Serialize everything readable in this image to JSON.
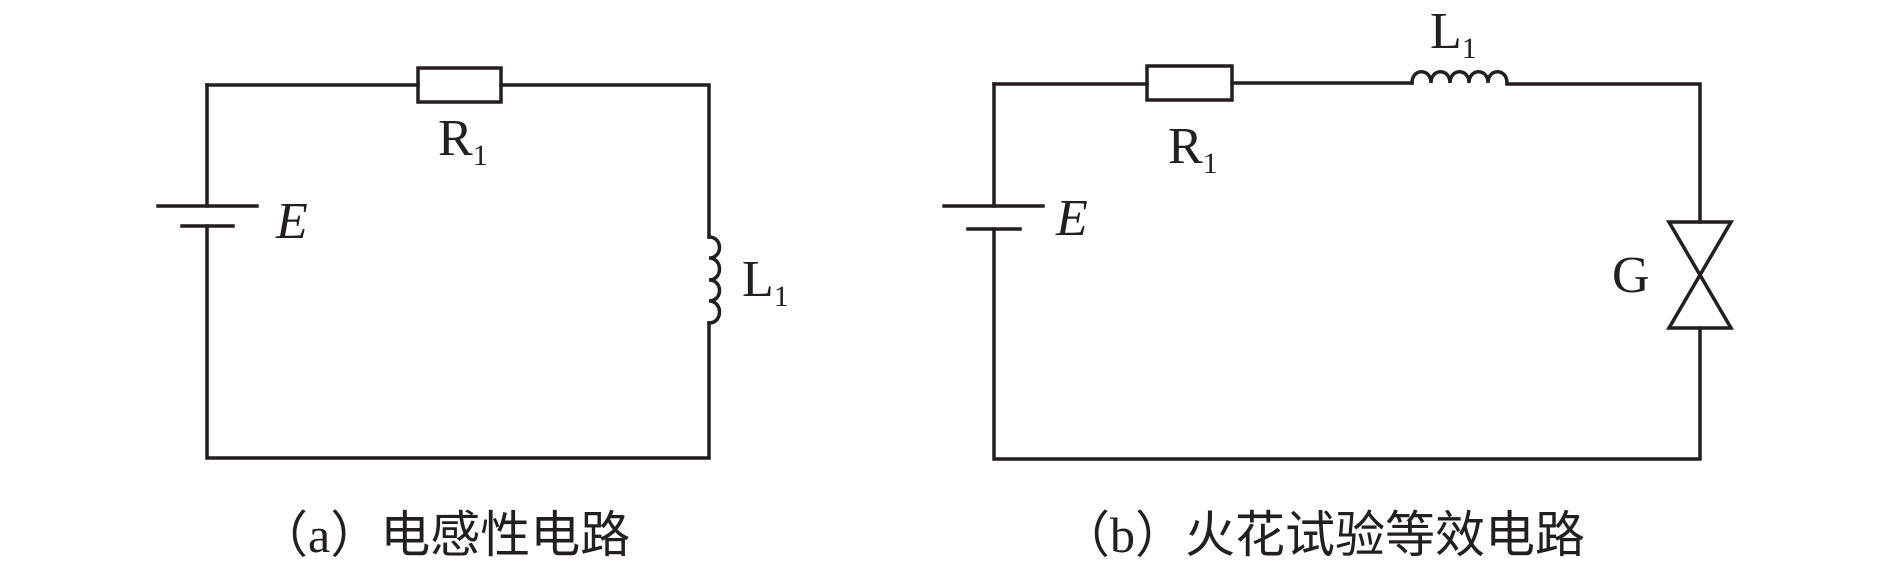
{
  "circuit_a": {
    "resistor": {
      "symbol": "R",
      "subscript": "1"
    },
    "inductor": {
      "symbol": "L",
      "subscript": "1"
    },
    "source": {
      "symbol": "E"
    },
    "caption": "（a）电感性电路"
  },
  "circuit_b": {
    "resistor": {
      "symbol": "R",
      "subscript": "1"
    },
    "inductor": {
      "symbol": "L",
      "subscript": "1"
    },
    "source": {
      "symbol": "E"
    },
    "gap": {
      "symbol": "G"
    },
    "caption": "（b）火花试验等效电路"
  }
}
